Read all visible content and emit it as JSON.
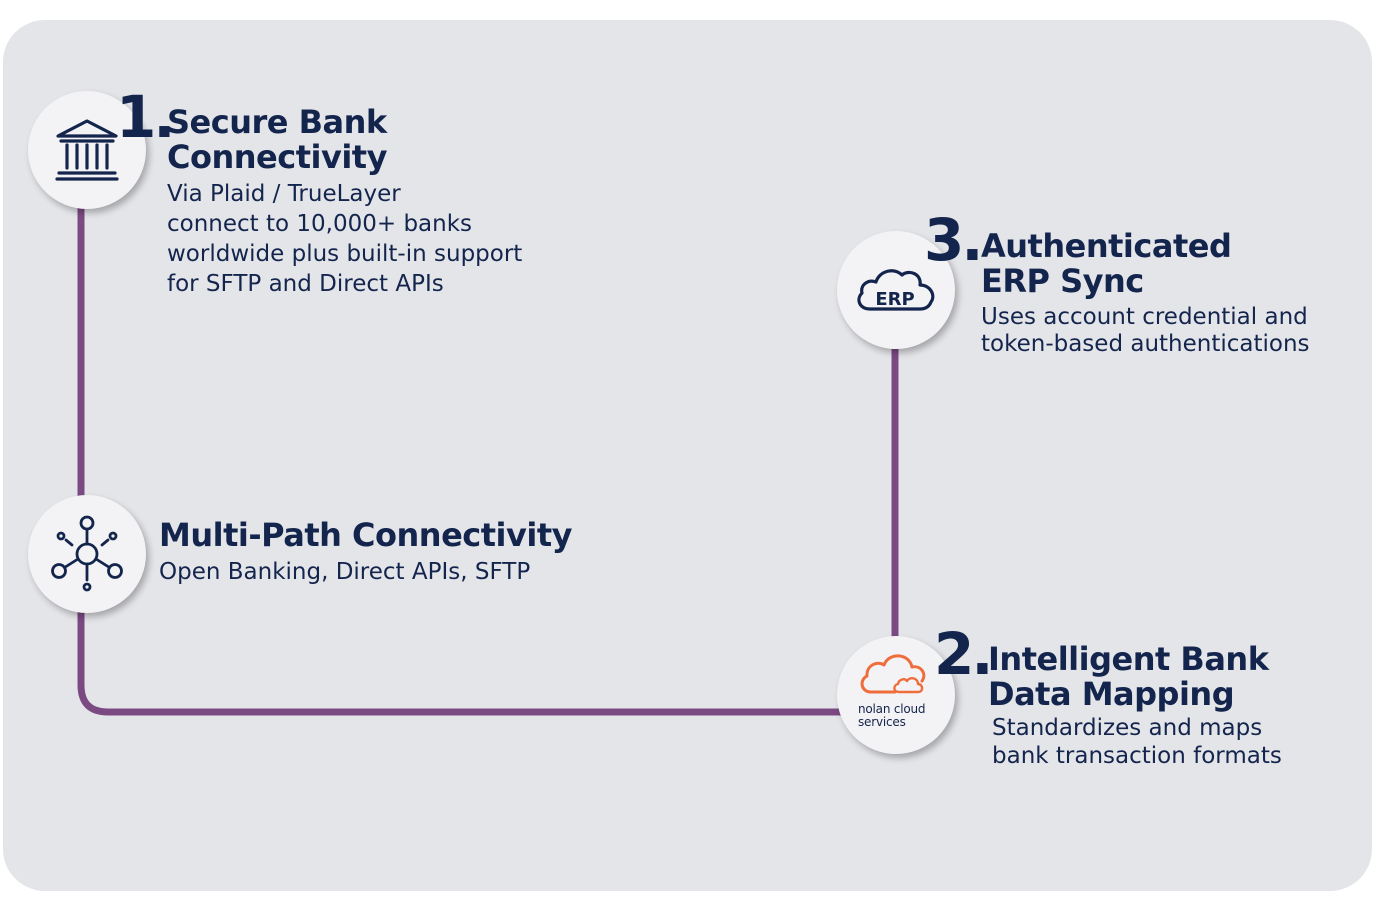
{
  "colors": {
    "panel_background": "#e4e5e9",
    "connector": "#7b4a83",
    "navy_text": "#14254d",
    "node_background": "#f3f3f5",
    "cloud_logo": "#ef6d3c"
  },
  "steps": [
    {
      "number": "1.",
      "title_lines": [
        "Secure Bank",
        "Connectivity"
      ],
      "description_lines": [
        "Via Plaid / TrueLayer",
        "connect to 10,000+ banks",
        "worldwide plus built-in support",
        "for SFTP and Direct APIs"
      ],
      "icon": "bank-icon"
    },
    {
      "number": "",
      "title_lines": [
        "Multi-Path Connectivity"
      ],
      "description_lines": [
        "Open Banking, Direct APIs, SFTP"
      ],
      "icon": "network-hub-icon"
    },
    {
      "number": "2.",
      "title_lines": [
        "Intelligent Bank",
        "Data Mapping"
      ],
      "description_lines": [
        "Standardizes and maps",
        "bank transaction formats"
      ],
      "icon": "nolan-cloud-logo",
      "logo_text_lines": [
        "nolan cloud",
        "services"
      ]
    },
    {
      "number": "3.",
      "title_lines": [
        "Authenticated",
        "ERP Sync"
      ],
      "description_lines": [
        "Uses account credential and",
        "token-based authentications"
      ],
      "icon": "erp-cloud-icon",
      "icon_label": "ERP"
    }
  ]
}
